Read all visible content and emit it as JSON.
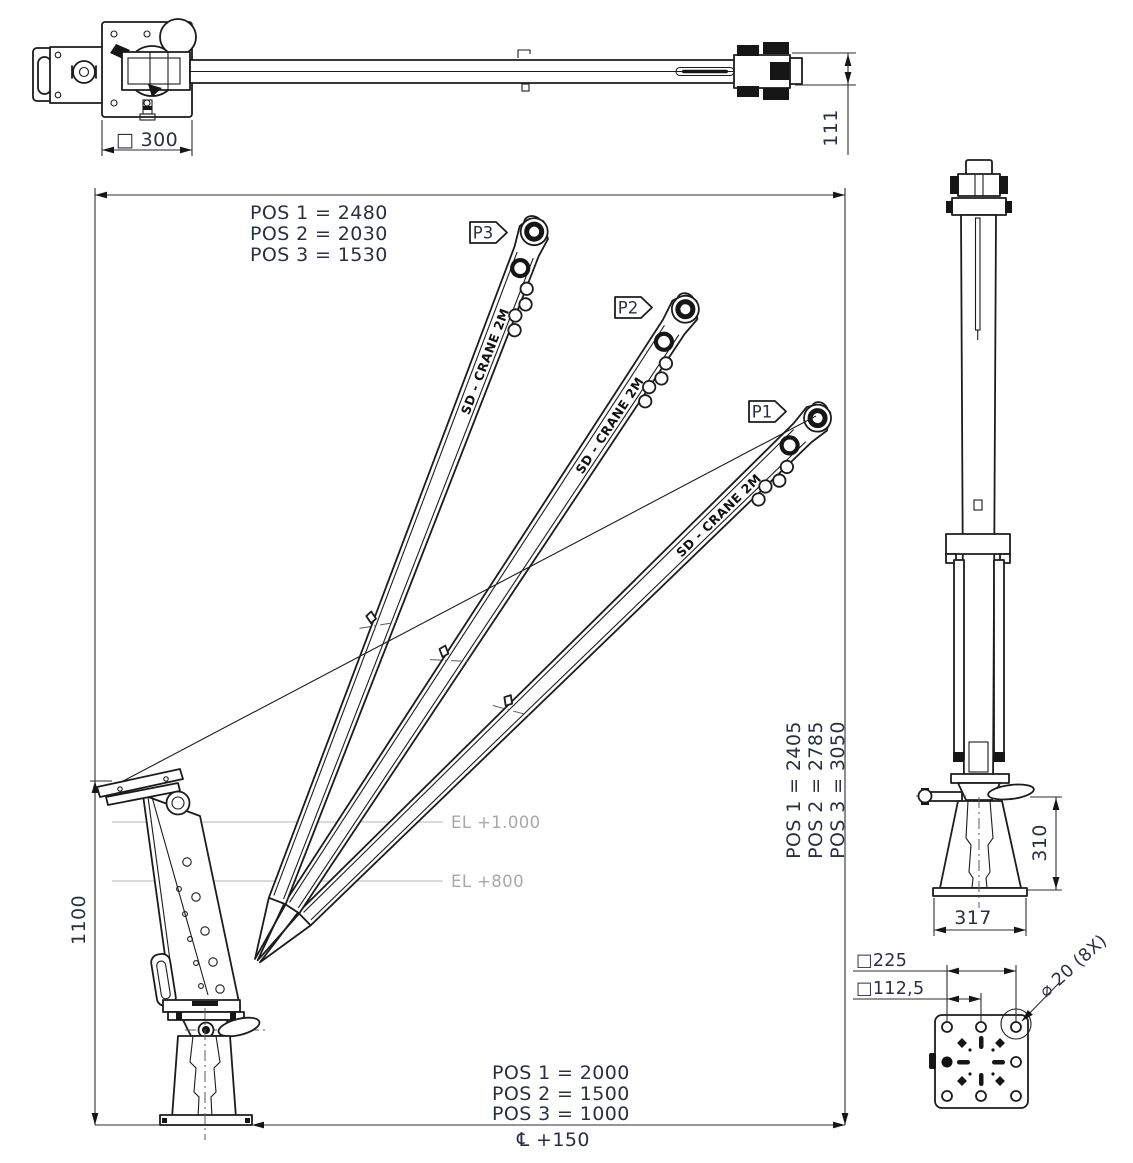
{
  "colors": {
    "line": "#1c1c1c",
    "dim_text": "#2b3040",
    "elevation": "#a8a8a8"
  },
  "top_view": {
    "base_dim": "□ 300",
    "head_height_dim": "111"
  },
  "main_view": {
    "reach_dims": {
      "pos1": "POS 1 = 2480",
      "pos2": "POS 2 = 2030",
      "pos3": "POS 3 = 1530"
    },
    "tip_height_dims": {
      "pos1": "POS 1 = 2405",
      "pos2": "POS 2 = 2785",
      "pos3": "POS 3 = 3050"
    },
    "ground_dims": {
      "pos1": "POS 1 = 2000",
      "pos2": "POS 2 = 1500",
      "pos3": "POS 3 = 1000"
    },
    "centerline_note": "℄ +150",
    "mast_height_dim": "1100",
    "elevation_labels": {
      "upper": "EL +1.000",
      "lower": "EL +800"
    },
    "flags": {
      "p1": "P1",
      "p2": "P2",
      "p3": "P3"
    },
    "boom_marking": "SD - CRANE 2M"
  },
  "side_view": {
    "pedestal_height_dim": "310",
    "base_width_dim": "317"
  },
  "base_plate_detail": {
    "bolt_square_dim": "□225",
    "half_spacing_dim": "□112,5",
    "hole_callout": "⌀ 20 (8X)"
  }
}
